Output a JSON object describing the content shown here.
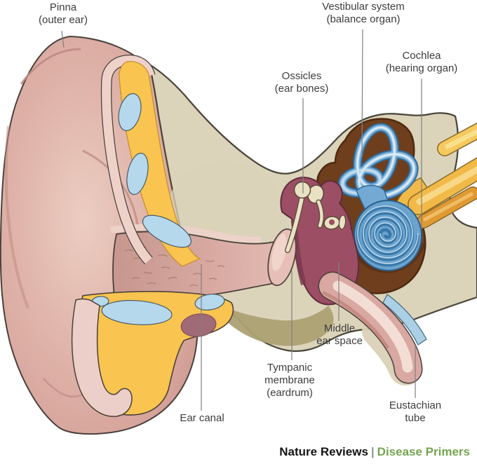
{
  "labels": {
    "pinna": [
      "Pinna",
      "(outer ear)"
    ],
    "vestibular_system": [
      "Vestibular system",
      "(balance organ)"
    ],
    "cochlea": [
      "Cochlea",
      "(hearing organ)"
    ],
    "ossicles": [
      "Ossicles",
      "(ear bones)"
    ],
    "middle_ear_space": [
      "Middle",
      "ear space"
    ],
    "tympanic_membrane": [
      "Tympanic",
      "membrane",
      "(eardrum)"
    ],
    "ear_canal": [
      "Ear canal"
    ],
    "eustachian_tube": [
      "Eustachian",
      "tube"
    ]
  },
  "footer": {
    "journal": "Nature Reviews",
    "separator": "|",
    "series": "Disease Primers"
  },
  "colors": {
    "pinna_skin": "#d6a39b",
    "cartilage_yellow": "#f9c44f",
    "cartilage_blue": "#b6d8ec",
    "bone_beige": "#dcd4ba",
    "bone_speckle": "#b1a683",
    "middle_ear_maroon": "#9c4e64",
    "inner_ear_brown": "#6f3e1d",
    "labyrinth_blue": "#6aa3cd",
    "nerve_yellow": "#f1ba48",
    "ossicle_cream": "#eae1c4",
    "eustachian_pink": "#d9a8a2",
    "label_text": "#3d3d3d",
    "footer_green": "#74a54f"
  }
}
